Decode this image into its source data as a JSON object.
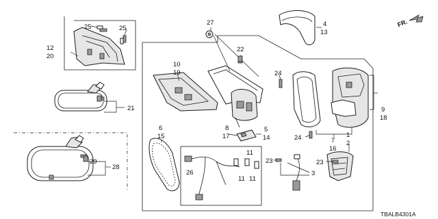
{
  "callouts": {
    "c27": "27",
    "c4": "4",
    "c13": "13",
    "c25a": "25",
    "c25b": "25",
    "c12": "12",
    "c20": "20",
    "c22": "22",
    "c10": "10",
    "c19": "19",
    "c24a": "24",
    "c21": "21",
    "c9": "9",
    "c18": "18",
    "c6": "6",
    "c15": "15",
    "c8": "8",
    "c17": "17",
    "c5": "5",
    "c14": "14",
    "c7": "7",
    "c16": "16",
    "c24b": "24",
    "c1": "1",
    "c2": "2",
    "c11a": "11",
    "c11b": "11",
    "c11c": "11",
    "c23a": "23",
    "c23b": "23",
    "c3": "3",
    "c26": "26",
    "c29": "29",
    "c28": "28"
  },
  "direction_label": "FR.",
  "diagram_code": "TBALB4301A"
}
